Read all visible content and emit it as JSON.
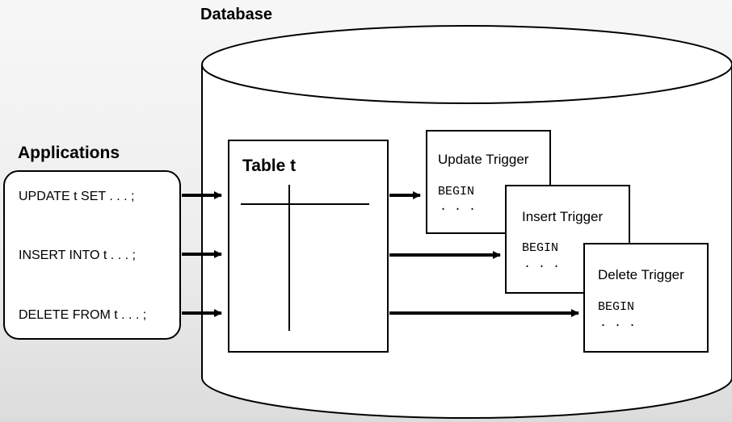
{
  "database": {
    "title": "Database"
  },
  "applications": {
    "title": "Applications",
    "statements": [
      "UPDATE t SET . . . ;",
      "INSERT INTO t . . . ;",
      "DELETE FROM t . . . ;"
    ]
  },
  "table": {
    "title": "Table t"
  },
  "triggers": [
    {
      "title": "Update Trigger",
      "code": "BEGIN",
      "ellipsis": ". . ."
    },
    {
      "title": "Insert Trigger",
      "code": "BEGIN",
      "ellipsis": ". . ."
    },
    {
      "title": "Delete Trigger",
      "code": "BEGIN",
      "ellipsis": ". . ."
    }
  ]
}
